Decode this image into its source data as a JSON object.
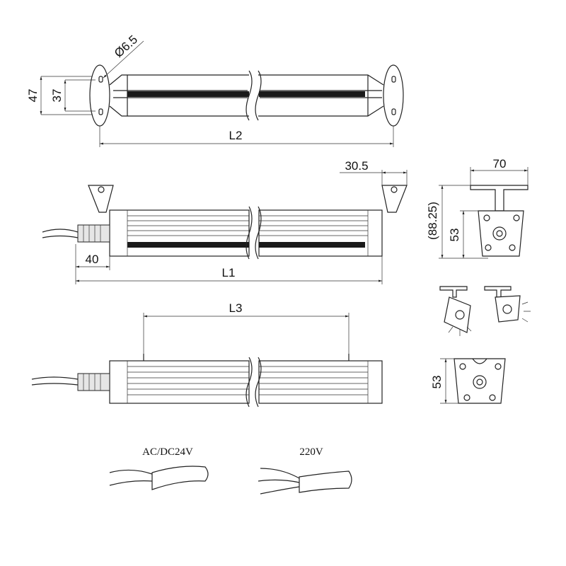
{
  "dimensions": {
    "hole_diameter": "Ø6.5",
    "plate_height": "47",
    "hole_spacing": "37",
    "length_l2": "L2",
    "bracket_offset": "30.5",
    "bracket_width": "70",
    "overall_height": "(88.25)",
    "body_height": "53",
    "connector_length": "40",
    "length_l1": "L1",
    "length_l3": "L3",
    "body_height_2": "53"
  },
  "wiring": {
    "low_voltage_label": "AC/DC24V",
    "high_voltage_label": "220V"
  }
}
